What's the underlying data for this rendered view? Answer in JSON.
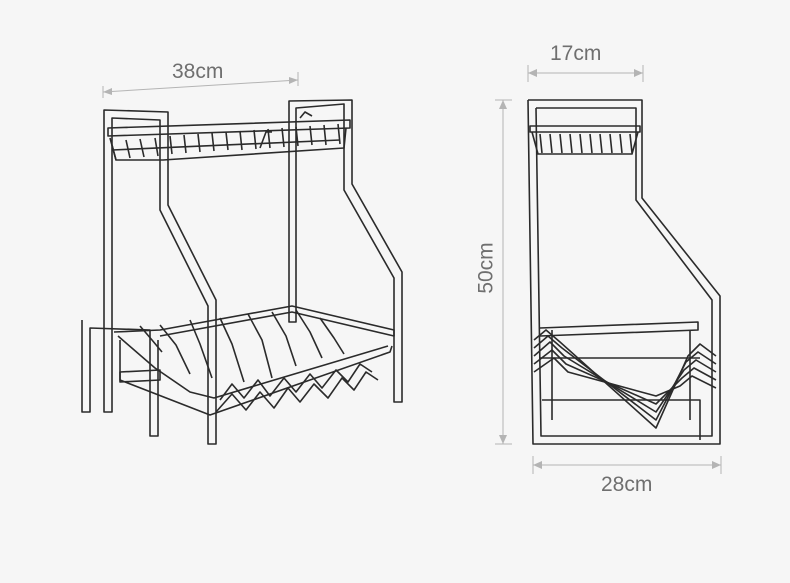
{
  "dimensions": {
    "width_label": "38cm",
    "depth_label": "17cm",
    "height_label": "50cm",
    "base_depth_label": "28cm"
  },
  "colors": {
    "background": "#f6f6f6",
    "rack_line": "#2b2b2b",
    "dimension_line": "#b4b4b4",
    "dimension_text": "#6f6f6f"
  }
}
